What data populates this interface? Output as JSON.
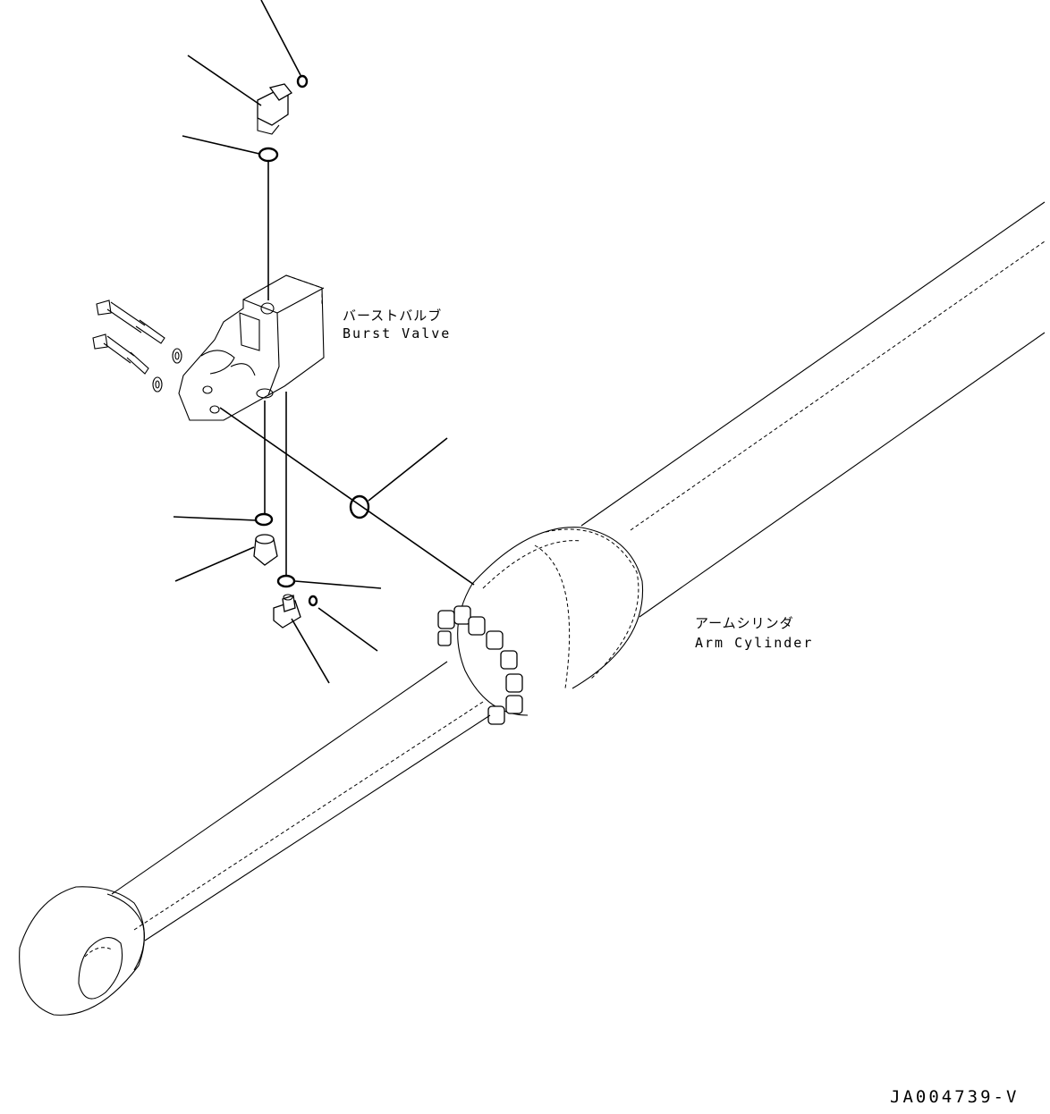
{
  "labels": {
    "burst_valve_jp": "バーストバルブ",
    "burst_valve_en": "Burst Valve",
    "arm_cylinder_jp": "アームシリンダ",
    "arm_cylinder_en": "Arm Cylinder",
    "drawing_code": "JA004739-V"
  },
  "colors": {
    "line": "#000000",
    "background": "#ffffff"
  }
}
